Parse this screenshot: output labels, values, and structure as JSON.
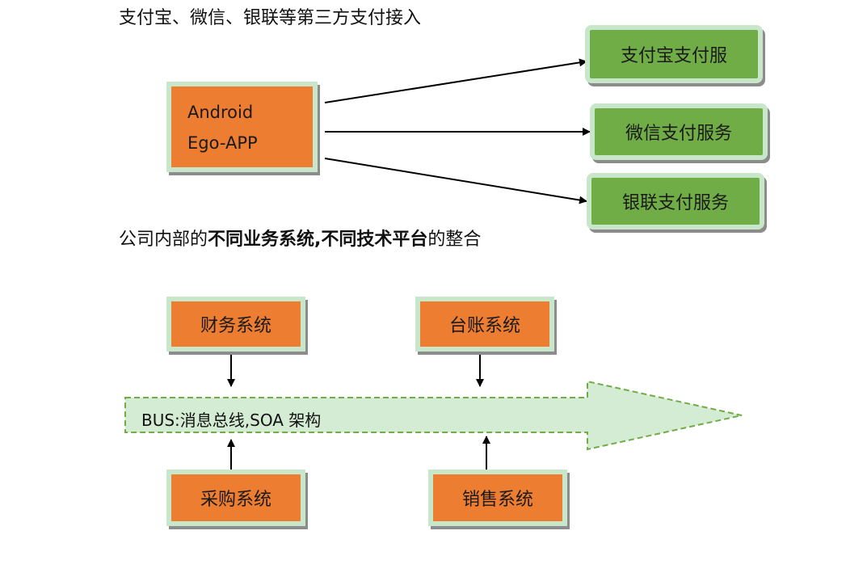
{
  "section1": {
    "title": "支付宝、微信、银联等第三方支付接入",
    "app": {
      "line1": "Android",
      "line2": "Ego-APP"
    },
    "services": [
      "支付宝支付服",
      "微信支付服务",
      "银联支付服务"
    ]
  },
  "section2": {
    "title_prefix": "公司内部的",
    "title_bold": "不同业务系统,不同技术平台",
    "title_suffix": "的整合",
    "systems": {
      "finance": "财务系统",
      "ledger": "台账系统",
      "purchase": "采购系统",
      "sales": "销售系统"
    },
    "bus_label": "BUS:消息总线,SOA 架构"
  },
  "colors": {
    "box_orange": "#ed7d31",
    "box_green": "#70ad47",
    "box_border": "#c8e6c9",
    "bus_fill": "#d5ecd4"
  }
}
